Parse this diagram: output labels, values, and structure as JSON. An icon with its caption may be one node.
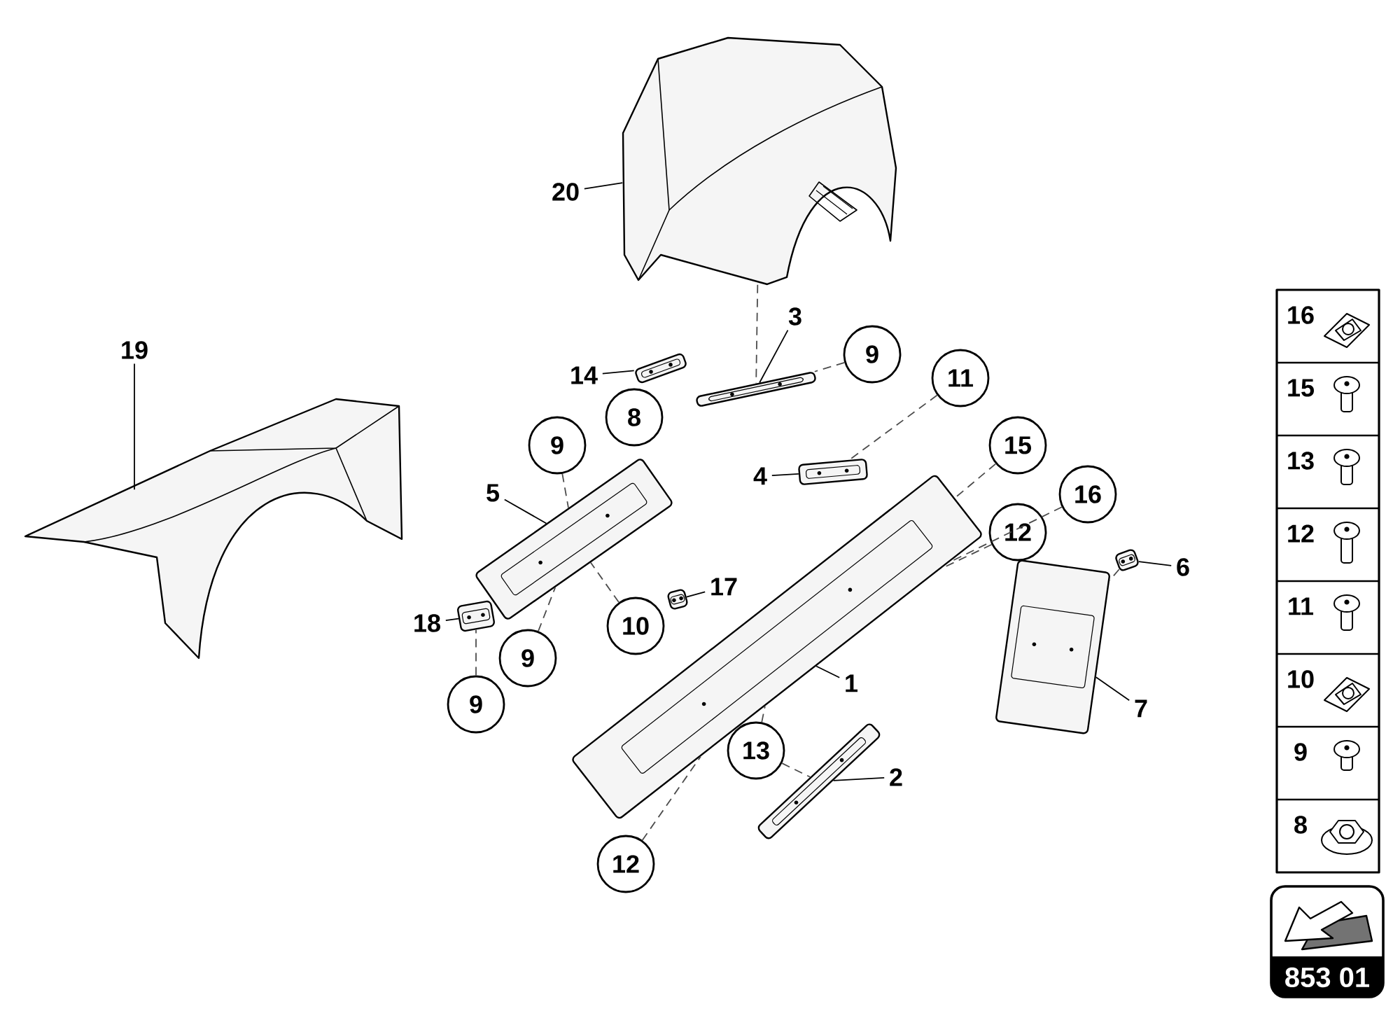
{
  "diagram": {
    "nodes": [
      {
        "text": [],
        "shape": "picture"
      },
      {
        "text": [],
        "shape": "picture"
      },
      {
        "text": [],
        "shape": "picture"
      },
      {
        "text": [],
        "shape": "picture"
      },
      {
        "text": [],
        "shape": "picture"
      },
      {
        "text": [],
        "shape": "picture"
      },
      {
        "text": [],
        "shape": "picture"
      },
      {
        "text": [],
        "shape": "picture"
      },
      {
        "text": [],
        "shape": "picture"
      },
      {
        "text": [],
        "shape": "picture"
      },
      {
        "text": [],
        "shape": "picture"
      },
      {
        "text": [],
        "shape": "picture"
      },
      {
        "text": [
          "20"
        ]
      },
      {
        "text": [
          "3"
        ]
      },
      {
        "text": [
          "9"
        ]
      },
      {
        "text": [
          "11"
        ]
      },
      {
        "text": [
          "14"
        ]
      },
      {
        "text": [
          "8"
        ]
      },
      {
        "text": [
          "19"
        ]
      },
      {
        "text": [
          "9"
        ]
      },
      {
        "text": [
          "15"
        ]
      },
      {
        "text": [
          "4"
        ]
      },
      {
        "text": [
          "16"
        ]
      },
      {
        "text": [
          "5"
        ]
      },
      {
        "text": [
          "12"
        ]
      },
      {
        "text": [
          "6"
        ]
      },
      {
        "text": [
          "17"
        ]
      },
      {
        "text": [
          "18"
        ]
      },
      {
        "text": [
          "10"
        ]
      },
      {
        "text": [
          "9"
        ]
      },
      {
        "text": [
          "1"
        ]
      },
      {
        "text": [
          "9"
        ]
      },
      {
        "text": [
          "7"
        ]
      },
      {
        "text": [
          "13"
        ]
      },
      {
        "text": [
          "2"
        ]
      },
      {
        "text": [
          "12"
        ]
      }
    ],
    "edges": [
      {
        "from": 12,
        "to": 0,
        "arrow": "none"
      },
      {
        "from": 13,
        "to": 1,
        "arrow": "none"
      },
      {
        "from": 14,
        "to": 1,
        "arrow": "none",
        "style": "dashed"
      },
      {
        "from": 15,
        "to": 3,
        "arrow": "none",
        "style": "dashed"
      },
      {
        "from": 16,
        "to": 2,
        "arrow": "none"
      },
      {
        "from": 18,
        "to": 4,
        "arrow": "none"
      },
      {
        "from": 19,
        "to": 5,
        "arrow": "none",
        "style": "dashed"
      },
      {
        "from": 20,
        "to": 8,
        "arrow": "none",
        "style": "dashed"
      },
      {
        "from": 21,
        "to": 3,
        "arrow": "none"
      },
      {
        "from": 22,
        "to": 8,
        "arrow": "none",
        "style": "dashed"
      },
      {
        "from": 23,
        "to": 5,
        "arrow": "none"
      },
      {
        "from": 24,
        "to": 8,
        "arrow": "none",
        "style": "dashed"
      },
      {
        "from": 25,
        "to": 10,
        "arrow": "none"
      },
      {
        "from": 26,
        "to": 7,
        "arrow": "none"
      },
      {
        "from": 27,
        "to": 6,
        "arrow": "none"
      },
      {
        "from": 28,
        "to": 5,
        "arrow": "none",
        "style": "dashed"
      },
      {
        "from": 29,
        "to": 5,
        "arrow": "none",
        "style": "dashed"
      },
      {
        "from": 30,
        "to": 8,
        "arrow": "none"
      },
      {
        "from": 31,
        "to": 6,
        "arrow": "none",
        "style": "dashed"
      },
      {
        "from": 32,
        "to": 11,
        "arrow": "none"
      },
      {
        "from": 33,
        "to": 8,
        "arrow": "none",
        "style": "dashed"
      },
      {
        "from": 33,
        "to": 9,
        "arrow": "none",
        "style": "dashed"
      },
      {
        "from": 34,
        "to": 9,
        "arrow": "none"
      },
      {
        "from": 35,
        "to": 8,
        "arrow": "none",
        "style": "dashed"
      },
      {
        "from": 0,
        "to": 1,
        "arrow": "none",
        "style": "dashed"
      },
      {
        "from": 10,
        "to": 11,
        "arrow": "none",
        "style": "dashed"
      }
    ],
    "labels": [
      "16",
      "15",
      "13",
      "12",
      "11",
      "10",
      "9",
      "8",
      "853 01"
    ]
  }
}
